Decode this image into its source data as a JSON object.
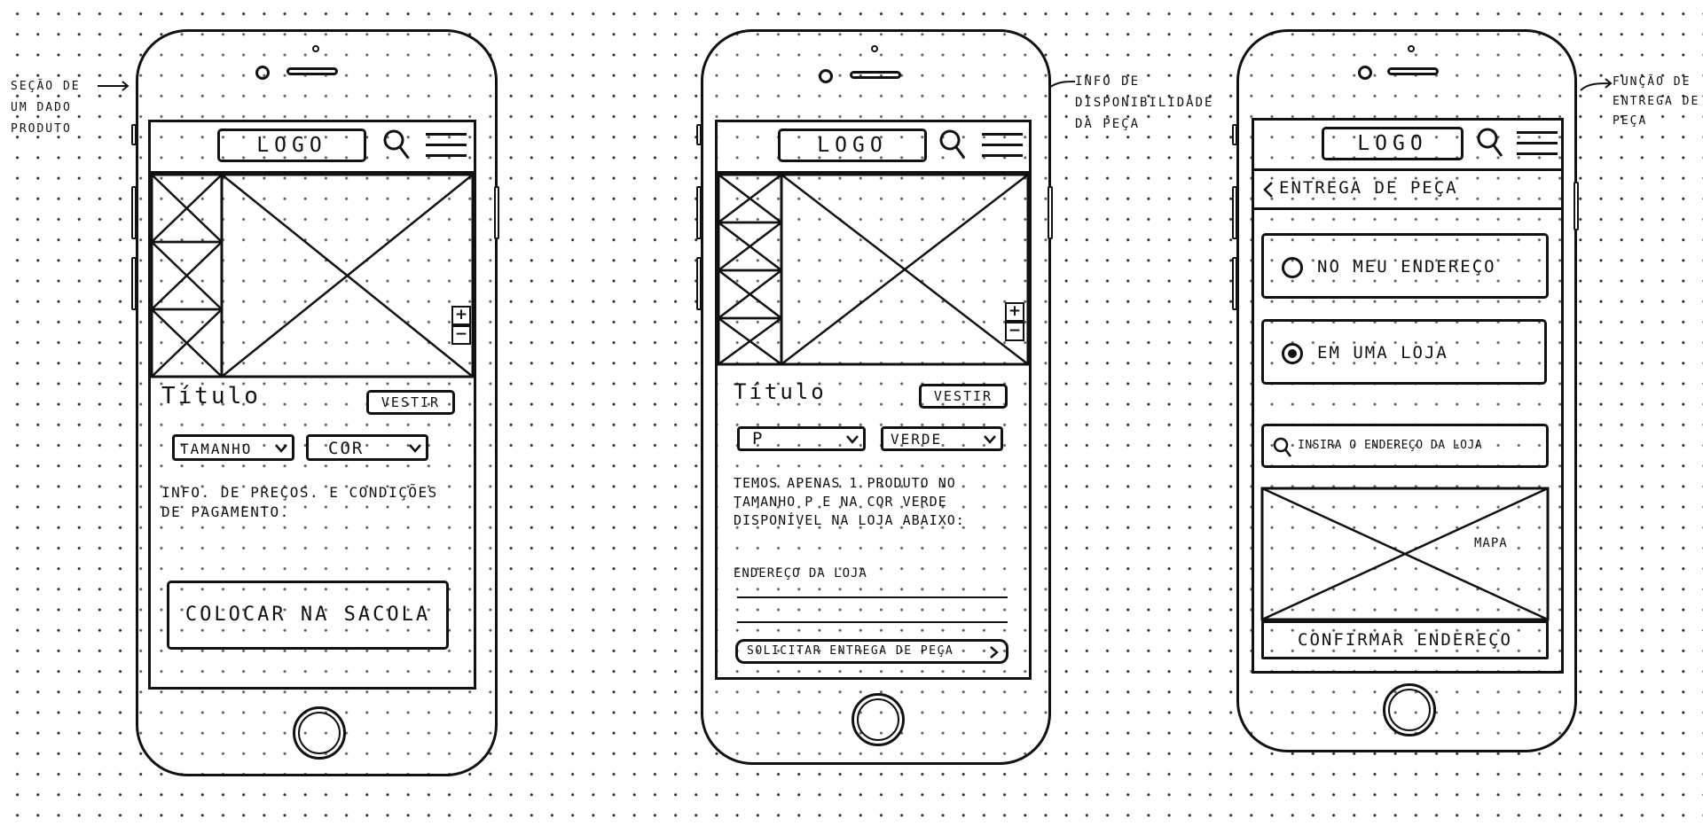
{
  "annotations": {
    "left": "Seção de um dado produto",
    "middle": "Info de disponibilidade da peça",
    "right": "Função de entrega de peça"
  },
  "header": {
    "logo": "LOGO",
    "search_icon": "search-icon",
    "menu_icon": "hamburger-menu-icon"
  },
  "screen1": {
    "title": "Título",
    "try_button": "Vestir",
    "size_select": "Tamanho",
    "color_select": "Cor",
    "info": "Info. de preços. e condições de pagamento.",
    "cta": "Colocar na sacola",
    "zoom_in": "+",
    "zoom_out": "−"
  },
  "screen2": {
    "title": "Título",
    "try_button": "Vestir",
    "size_select": "P",
    "color_select": "Verde",
    "availability": "Temos apenas 1 produto no tamanho P e na cor verde disponível na loja abaixo:",
    "store_address_label": "Endereço da loja",
    "cta": "Solicitar entrega de peça",
    "cta_icon": "chevron-right-icon",
    "zoom_in": "+",
    "zoom_out": "−"
  },
  "screen3": {
    "back_title": "Entrega de peça",
    "back_icon": "chevron-left-icon",
    "option1": "No meu endereço",
    "option2": "Em uma loja",
    "selected_option": 2,
    "search_placeholder": "Insira o endereço da loja",
    "map_label": "Mapa",
    "confirm": "Confirmar endereço"
  }
}
